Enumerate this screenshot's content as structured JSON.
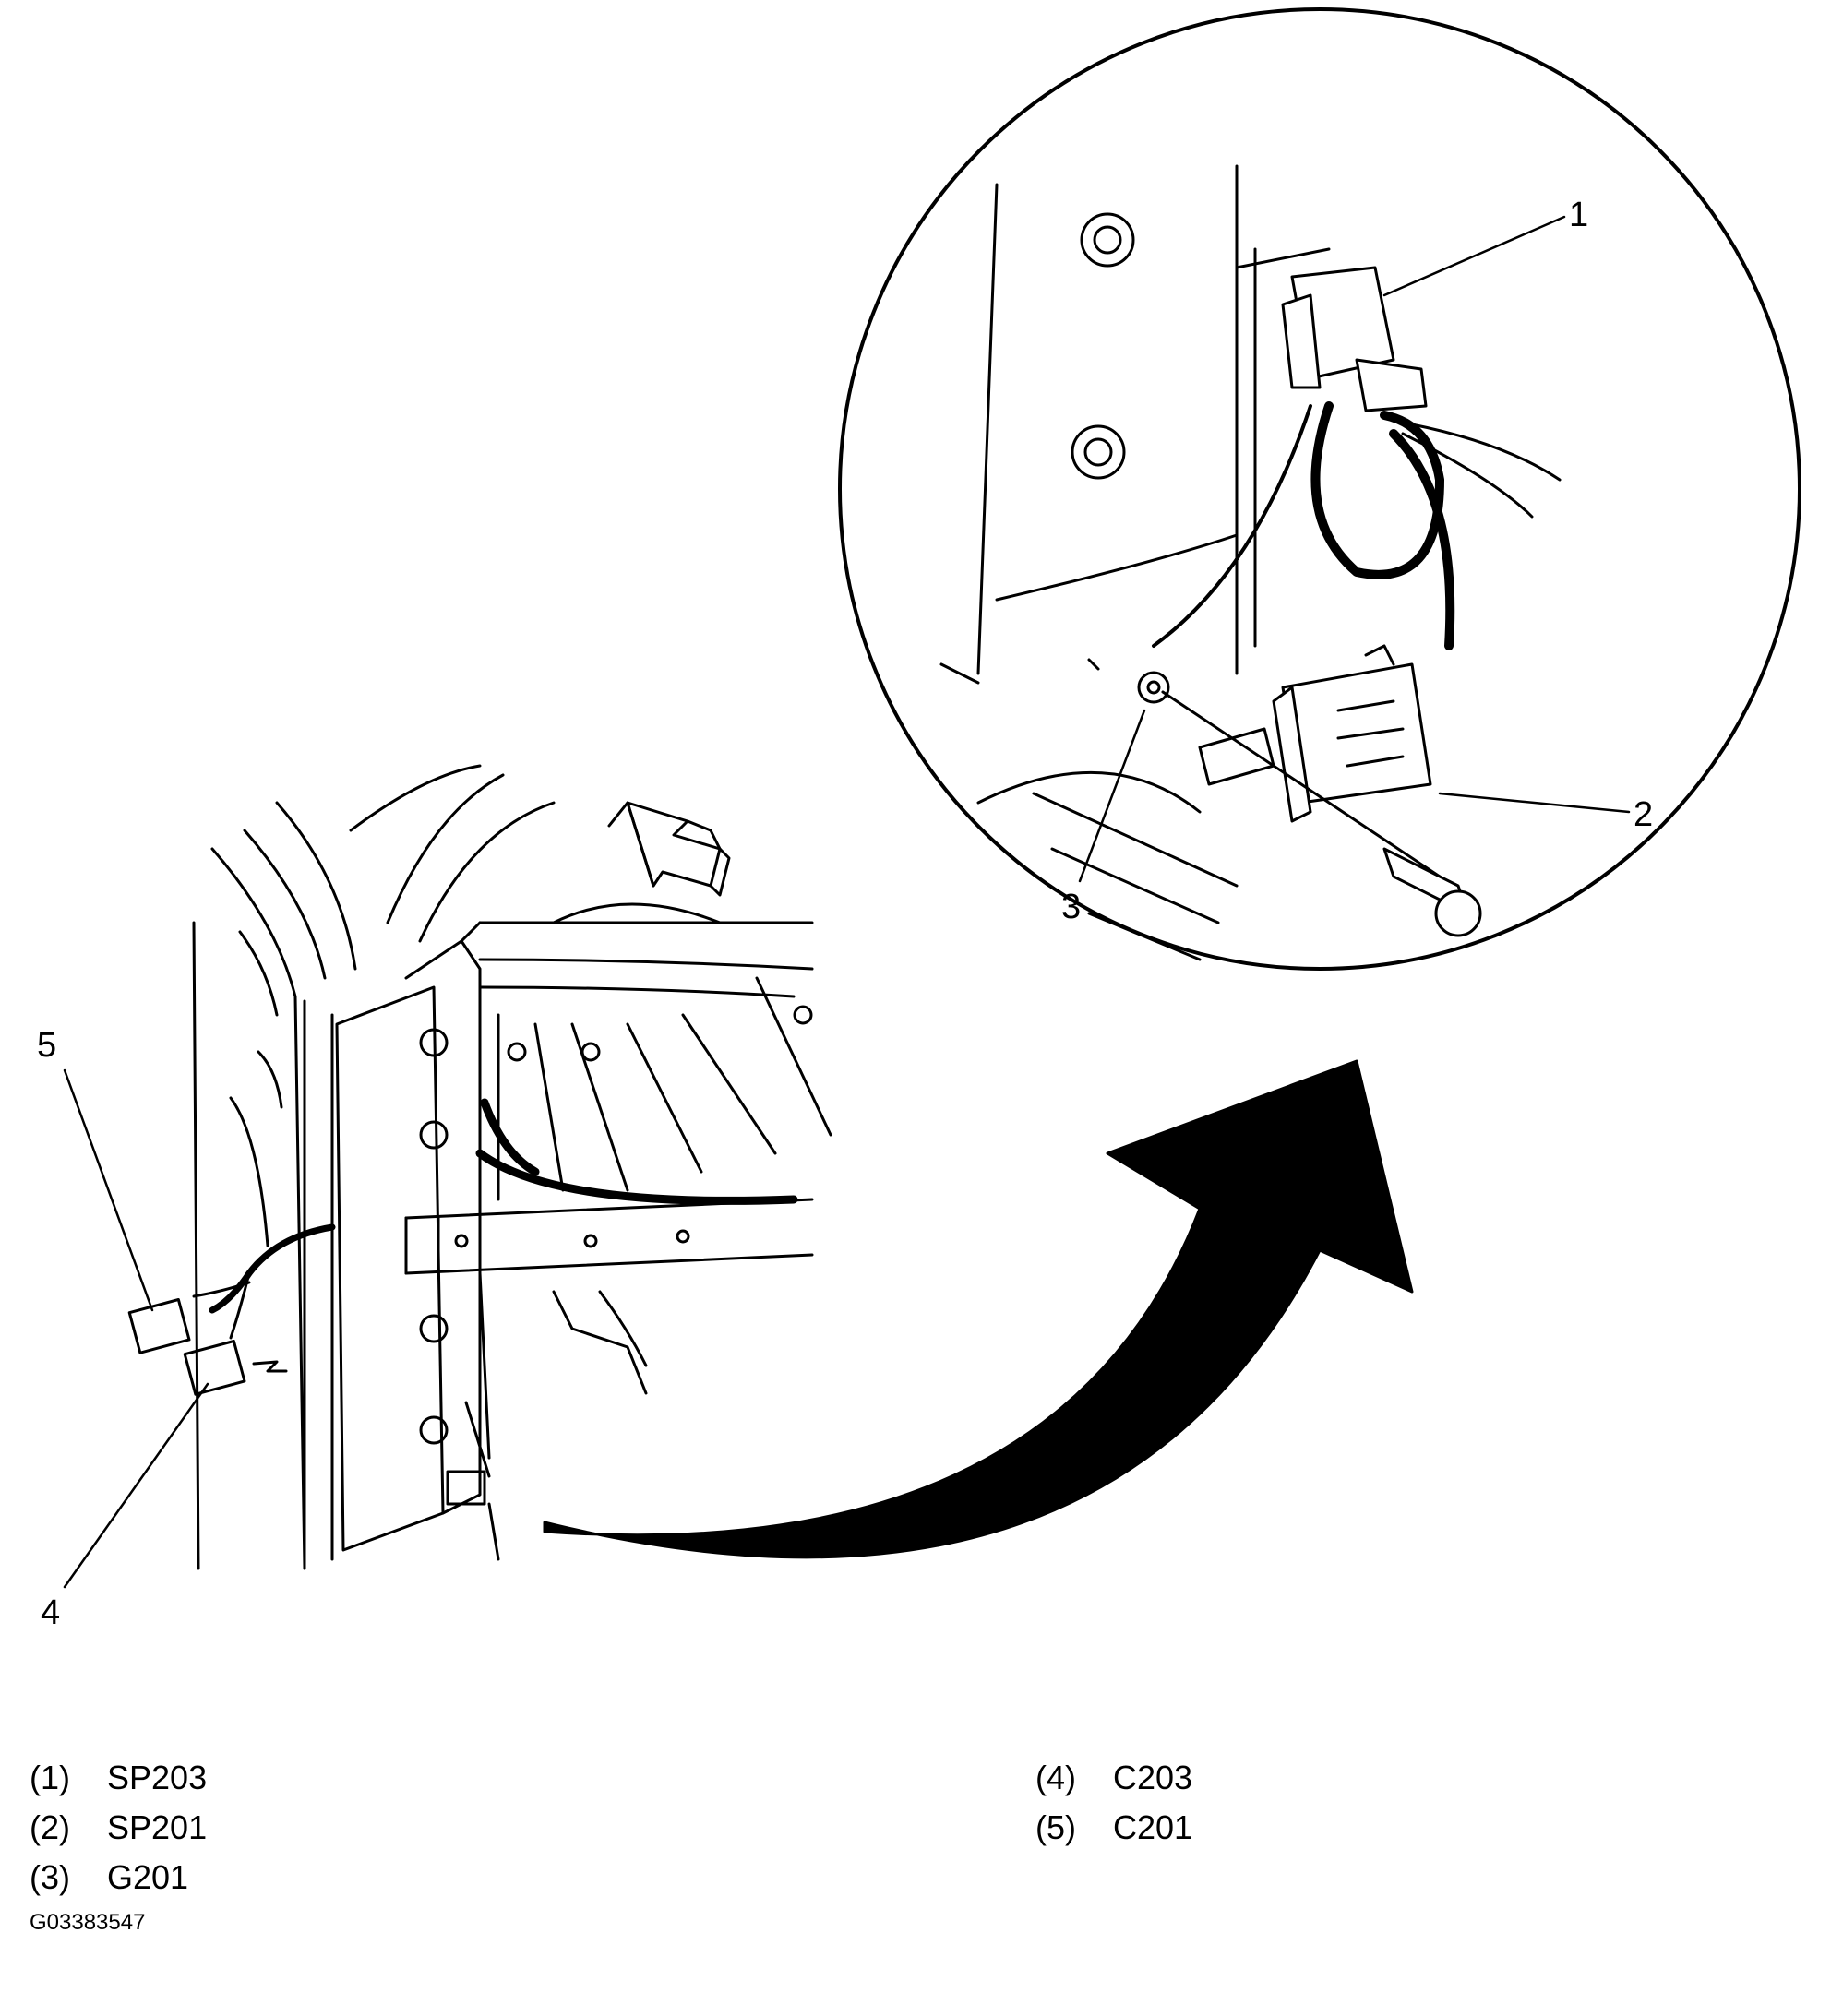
{
  "callouts": {
    "c1": "1",
    "c2": "2",
    "c3": "3",
    "c4": "4",
    "c5": "5"
  },
  "legend": {
    "left": [
      {
        "num": "(1)",
        "name": "SP203"
      },
      {
        "num": "(2)",
        "name": "SP201"
      },
      {
        "num": "(3)",
        "name": "G201"
      }
    ],
    "right": [
      {
        "num": "(4)",
        "name": "C203"
      },
      {
        "num": "(5)",
        "name": "C201"
      }
    ]
  },
  "figure_id": "G03383547"
}
